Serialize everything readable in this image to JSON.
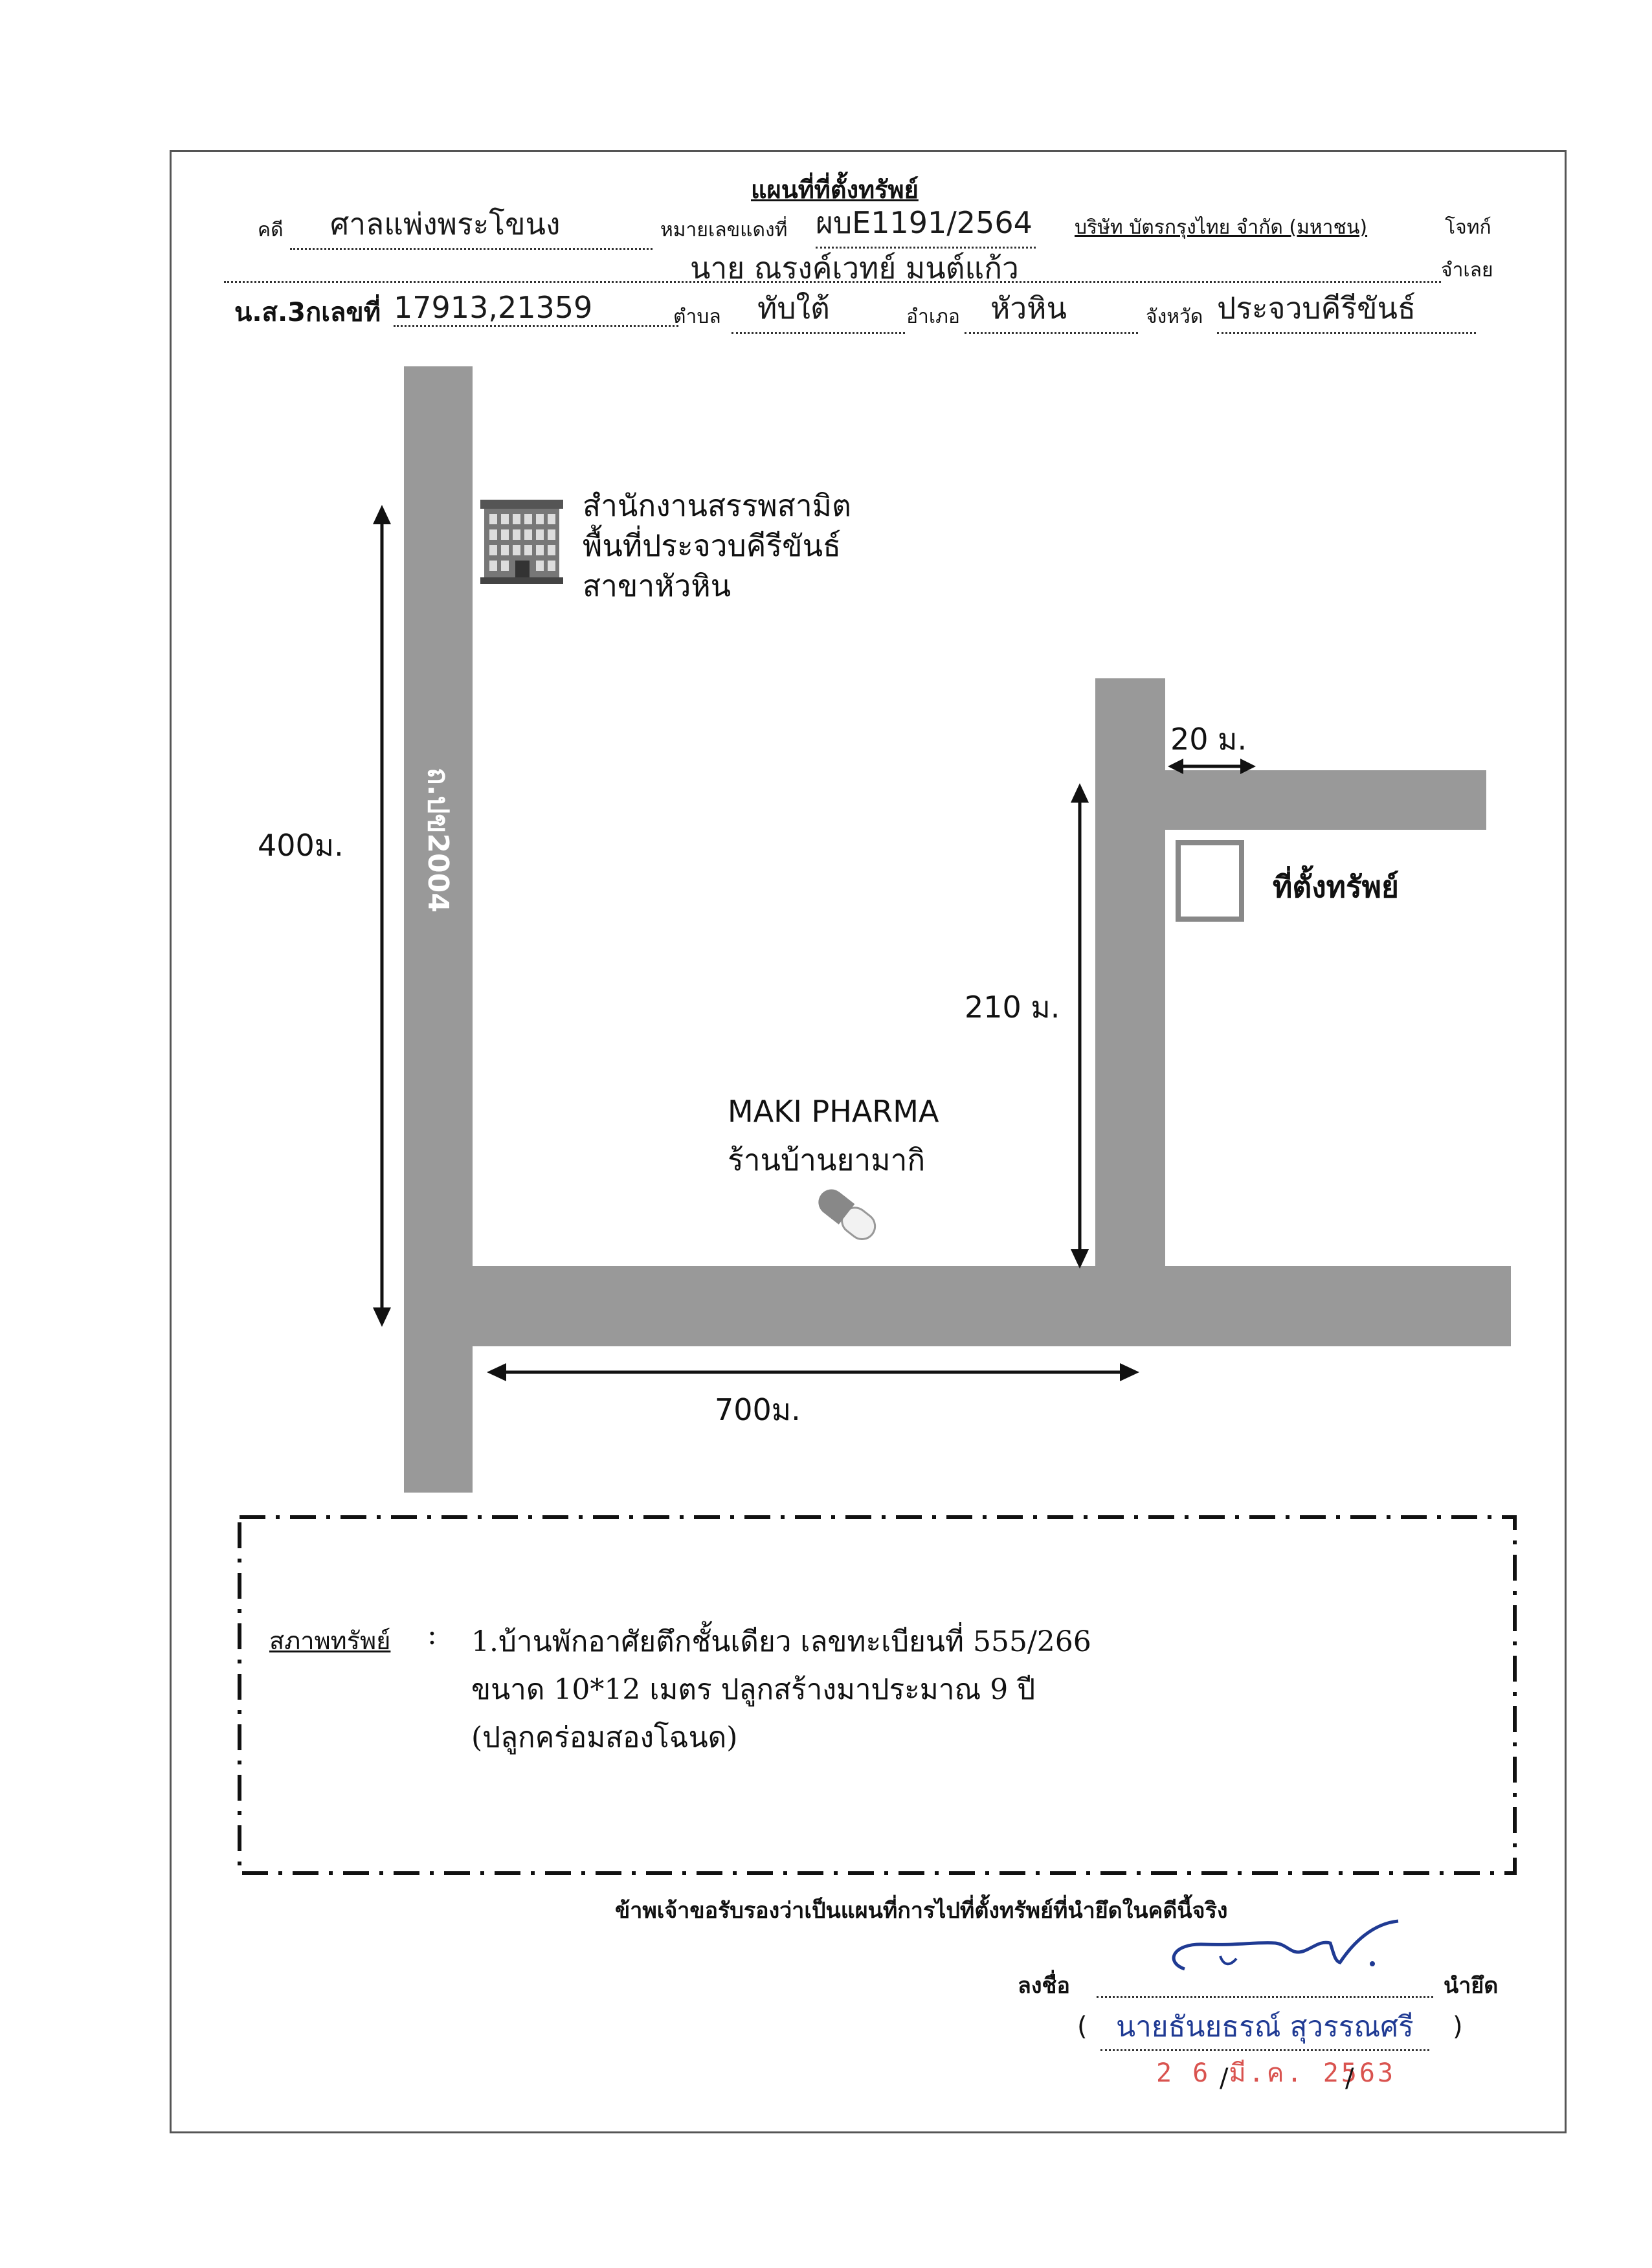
{
  "header": {
    "title": "แผนที่ที่ตั้งทรัพย์",
    "court_label": "คดี",
    "court_value": "ศาลแพ่งพระโขนง",
    "case_label": "หมายเลขแดงที่",
    "case_value": "ผบE1191/2564",
    "plaintiff_value": "บริษัท บัตรกรุงไทย จำกัด (มหาชน)",
    "plaintiff_label": "โจทก์",
    "defendant_value": "นาย ณรงค์เวทย์ มนต์แก้ว",
    "defendant_label": "จำเลย",
    "deed_label": "น.ส.3กเลขที่",
    "deed_value": "17913,21359",
    "subdistrict_label": "ตำบล",
    "subdistrict_value": "ทับใต้",
    "district_label": "อำเภอ",
    "district_value": "หัวหิน",
    "province_label": "จังหวัด",
    "province_value": "ประจวบคีรีขันธ์"
  },
  "map": {
    "office_name": [
      "สำนักงานสรรพสามิต",
      "พื้นที่ประจวบคีรีขันธ์",
      "สาขาหัวหิน"
    ],
    "road_name": "ถ.ปข2004",
    "dist_vertical_main": "400ม.",
    "dist_horizontal_main": "700ม.",
    "dist_vertical_side": "210 ม.",
    "dist_to_property": "20 ม.",
    "property_label": "ที่ตั้งทรัพย์",
    "landmark_name": "MAKI PHARMA",
    "landmark_thai": "ร้านบ้านยามากิ"
  },
  "condition": {
    "label": "สภาพทรัพย์",
    "colon": ":",
    "lines": [
      "1.บ้านพักอาศัยตึกชั้นเดียว เลขทะเบียนที่ 555/266",
      "ขนาด 10*12 เมตร  ปลูกสร้างมาประมาณ 9 ปี",
      "(ปลูกคร่อมสองโฉนด)"
    ]
  },
  "certification": {
    "statement": "ข้าพเจ้าขอรับรองว่าเป็นแผนที่การไปที่ตั้งทรัพย์ที่นำยึดในคดีนี้จริง",
    "sign_label": "ลงชื่อ",
    "role_label": "นำยึด",
    "signer_name": "นายธันยธรณ์  สุวรรณศรี",
    "open_paren": "(",
    "close_paren": ")",
    "date_stamp": "2 6  มี.ค. 2563",
    "slash1": "/",
    "slash2": "/"
  },
  "colors": {
    "road": "#999999",
    "stamp": "#d9534f",
    "name_stamp": "#1f3a93"
  }
}
